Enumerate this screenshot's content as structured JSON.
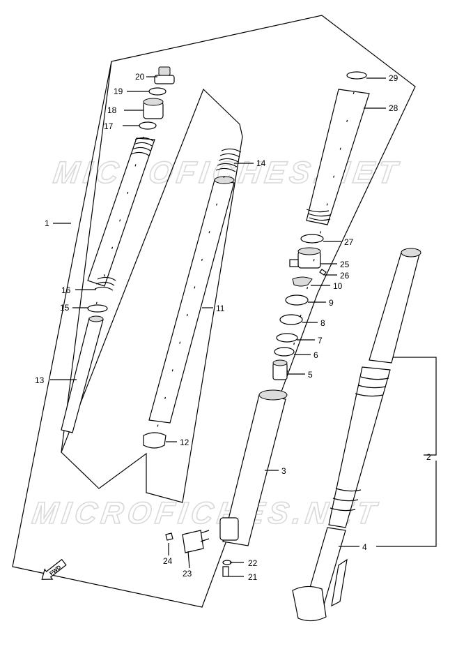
{
  "watermark": "MICROFICHES.NET",
  "fwd_label": "FWD",
  "callouts": [
    "1",
    "2",
    "3",
    "4",
    "5",
    "6",
    "7",
    "8",
    "9",
    "10",
    "11",
    "12",
    "13",
    "14",
    "15",
    "16",
    "17",
    "18",
    "19",
    "20",
    "21",
    "22",
    "23",
    "24",
    "25",
    "26",
    "27",
    "28",
    "29"
  ]
}
